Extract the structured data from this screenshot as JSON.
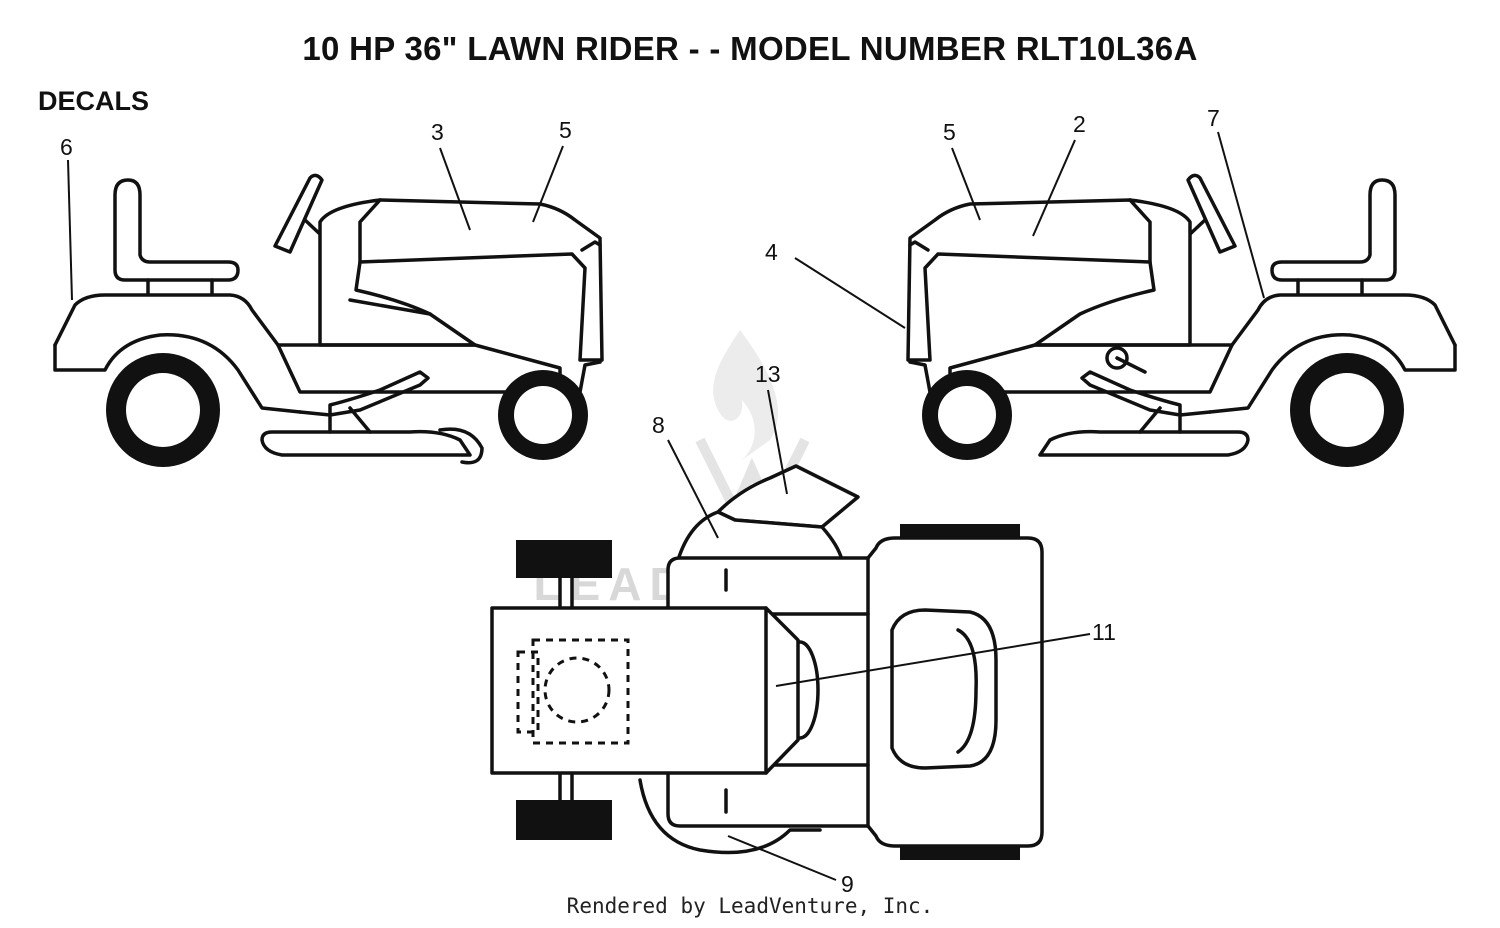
{
  "title": "10 HP 36\" LAWN RIDER - - MODEL NUMBER RLT10L36A",
  "section_label": "DECALS",
  "watermark": "LEADVENTURE",
  "footer": "Rendered by LeadVenture, Inc.",
  "callouts": {
    "c2": "2",
    "c3": "3",
    "c4": "4",
    "c5_left": "5",
    "c5_right": "5",
    "c6": "6",
    "c7": "7",
    "c8": "8",
    "c9": "9",
    "c11": "11",
    "c13": "13"
  }
}
